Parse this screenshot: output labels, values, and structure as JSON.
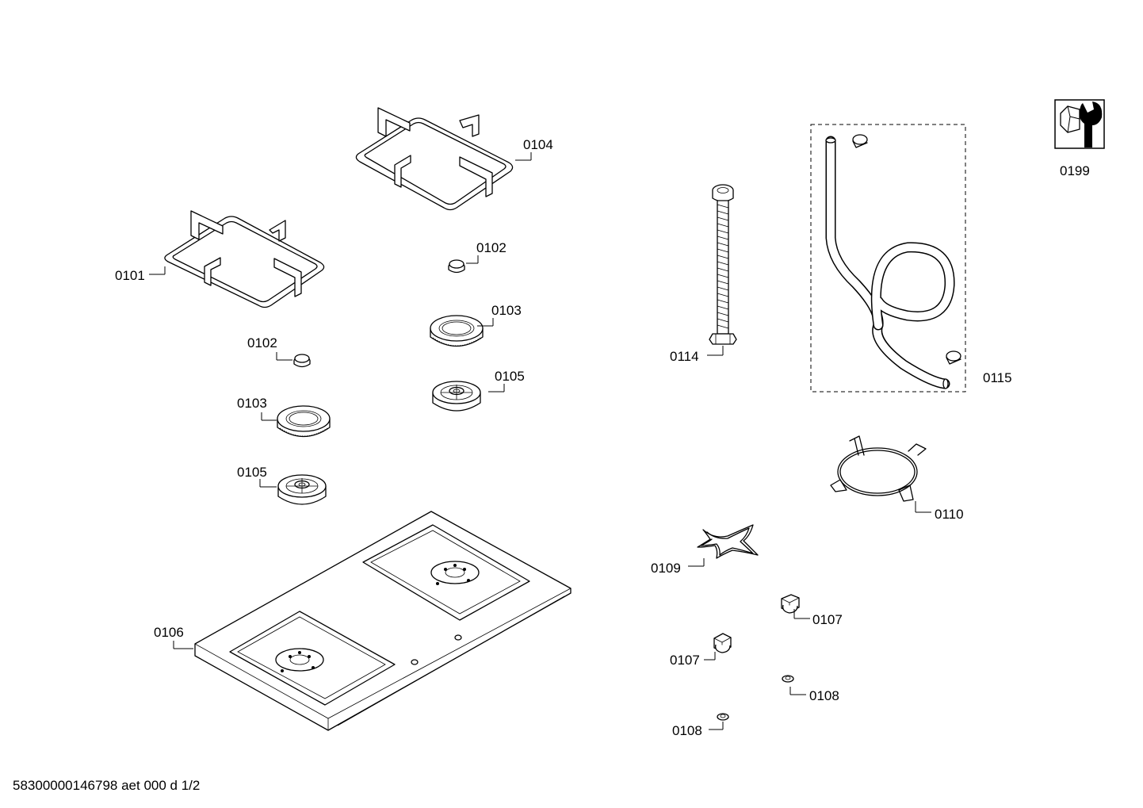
{
  "callouts": {
    "c0101": "0101",
    "c0102a": "0102",
    "c0102b": "0102",
    "c0103a": "0103",
    "c0103b": "0103",
    "c0104": "0104",
    "c0105a": "0105",
    "c0105b": "0105",
    "c0106": "0106",
    "c0107a": "0107",
    "c0107b": "0107",
    "c0108a": "0108",
    "c0108b": "0108",
    "c0109": "0109",
    "c0110": "0110",
    "c0114": "0114",
    "c0115": "0115",
    "c0199": "0199"
  },
  "footer": "58300000146798 aet 000 d 1/2",
  "icons": {
    "service": "wrench-nut-icon"
  }
}
